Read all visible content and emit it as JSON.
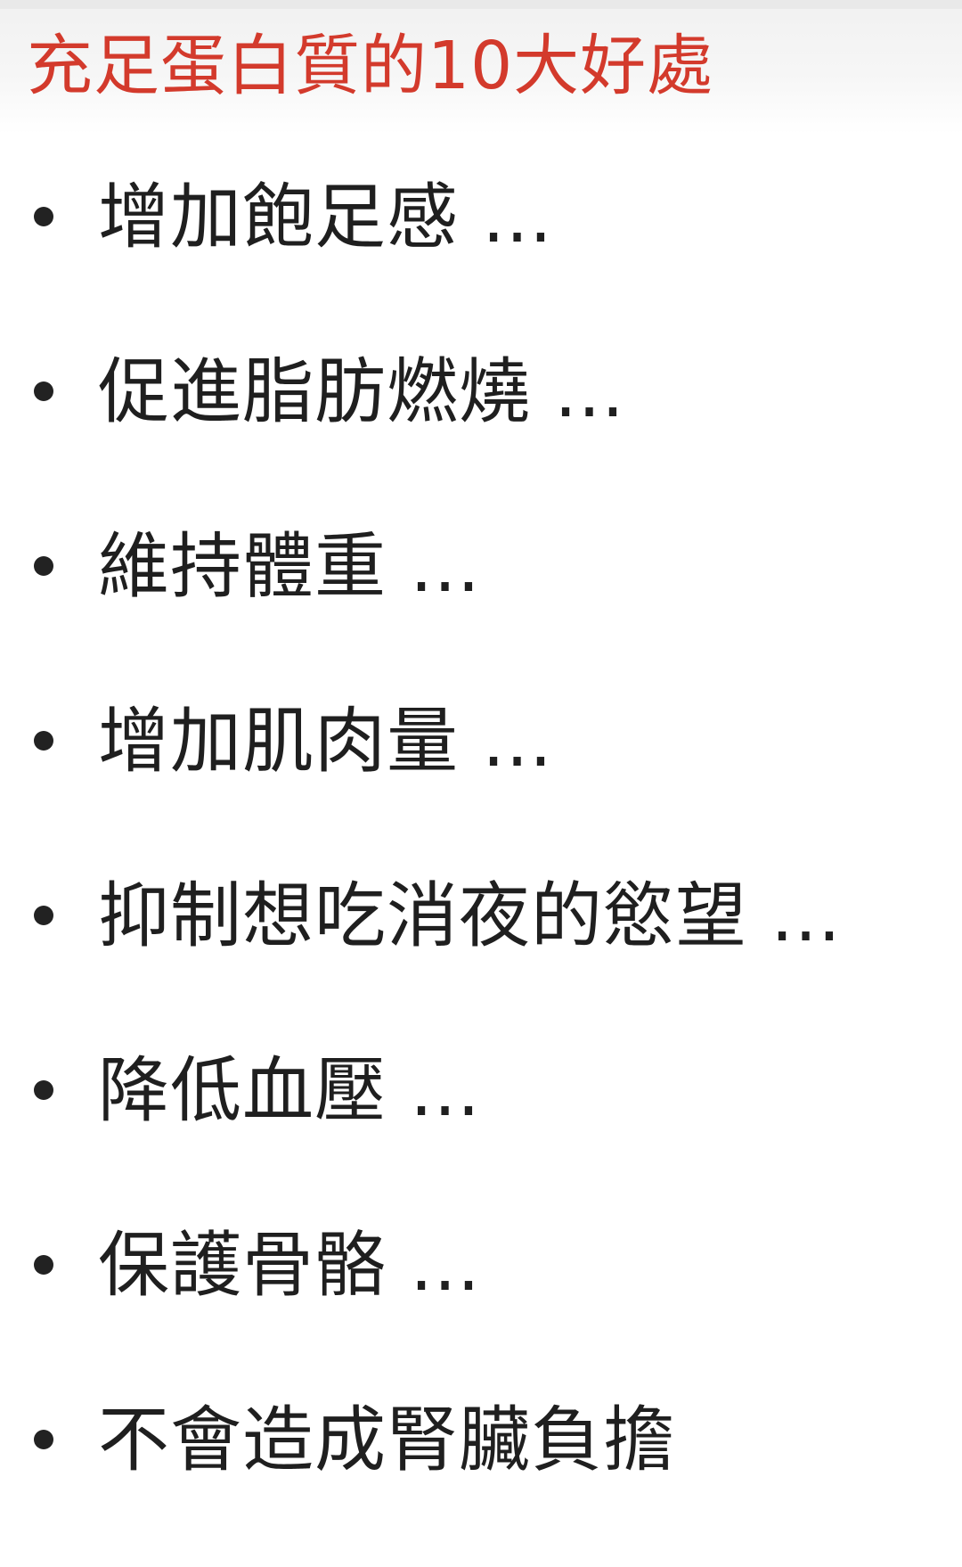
{
  "header": {
    "title": "充足蛋白質的10大好處"
  },
  "list": {
    "items": [
      {
        "text": "增加飽足感 ..."
      },
      {
        "text": "促進脂肪燃燒 ..."
      },
      {
        "text": "維持體重 ..."
      },
      {
        "text": "增加肌肉量 ..."
      },
      {
        "text": "抑制想吃消夜的慾望 ..."
      },
      {
        "text": "降低血壓 ..."
      },
      {
        "text": "保護骨骼 ..."
      },
      {
        "text": "不會造成腎臟負擔"
      }
    ]
  },
  "colors": {
    "title": "#d33a2c",
    "text": "#1f1f1f",
    "header_bg": "#f3f3f3"
  }
}
